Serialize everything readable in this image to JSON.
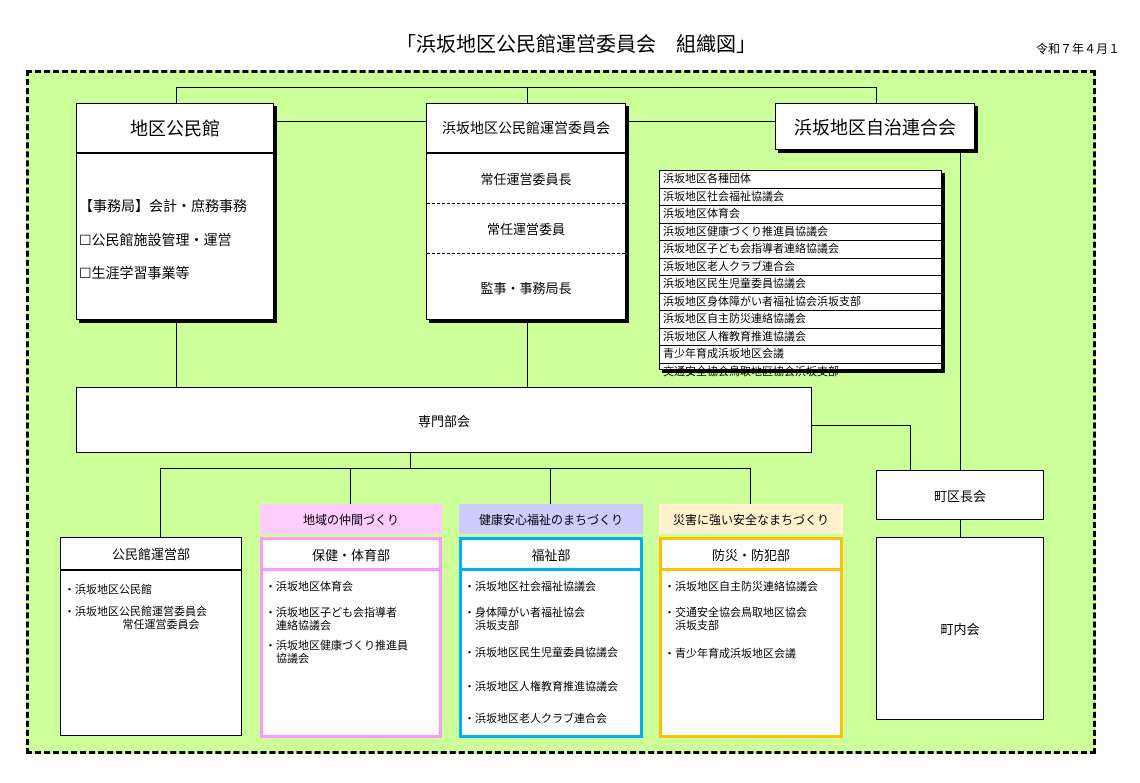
{
  "title": "「浜坂地区公民館運営委員会　組織図」",
  "date": "令和７年４月１",
  "top": {
    "kouminkan": {
      "title": "地区公民館",
      "items": [
        "【事務局】会計・庶務事務",
        "☐公民館施設管理・運営",
        "☐生涯学習事業等"
      ]
    },
    "iinkai": {
      "title": "浜坂地区公民館運営委員会",
      "roles": [
        "常任運営委員長",
        "常任運営委員",
        "監事・事務局長"
      ]
    },
    "jichi": {
      "title": "浜坂地区自治連合会",
      "orgs": [
        "浜坂地区各種団体",
        "浜坂地区社会福祉協議会",
        "浜坂地区体育会",
        "浜坂地区健康づくり推進員協議会",
        "浜坂地区子ども会指導者連絡協議会",
        "浜坂地区老人クラブ連合会",
        "浜坂地区民生児童委員協議会",
        "浜坂地区身体障がい者福祉協会浜坂支部",
        "浜坂地区自主防災連絡協議会",
        "浜坂地区人権教育推進協議会",
        "青少年育成浜坂地区会議",
        "交通安全協会鳥取地区協会浜坂支部"
      ]
    }
  },
  "senmon": "専門部会",
  "chokukai": "町区長会",
  "chonaikai": "町内会",
  "colors": {
    "frame_bg": "#ccff99",
    "pink": "#ff99ff",
    "cyan": "#00b0f0",
    "orange": "#ffc000"
  },
  "departments": [
    {
      "banner": "",
      "title": "公民館運営部",
      "items": [
        "・浜坂地区公民館",
        "・浜坂地区公民館運営委員会\n　　　　　 常任運営委員会"
      ]
    },
    {
      "banner": "地域の仲間づくり",
      "title": "保健・体育部",
      "items": [
        "・浜坂地区体育会",
        "・浜坂地区子ども会指導者\n　連絡協議会",
        "・浜坂地区健康づくり推進員\n　協議会"
      ]
    },
    {
      "banner": "健康安心福祉のまちづくり",
      "title": "福祉部",
      "items": [
        "・浜坂地区社会福祉協議会",
        "・身体障がい者福祉協会\n　浜坂支部",
        "・浜坂地区民生児童委員協議会",
        "・浜坂地区人権教育推進協議会",
        "・浜坂地区老人クラブ連合会"
      ]
    },
    {
      "banner": "災害に強い安全なまちづくり",
      "title": "防災・防犯部",
      "items": [
        "・浜坂地区自主防災連絡協議会",
        "・交通安全協会鳥取地区協会\n　浜坂支部",
        "・青少年育成浜坂地区会議"
      ]
    }
  ]
}
